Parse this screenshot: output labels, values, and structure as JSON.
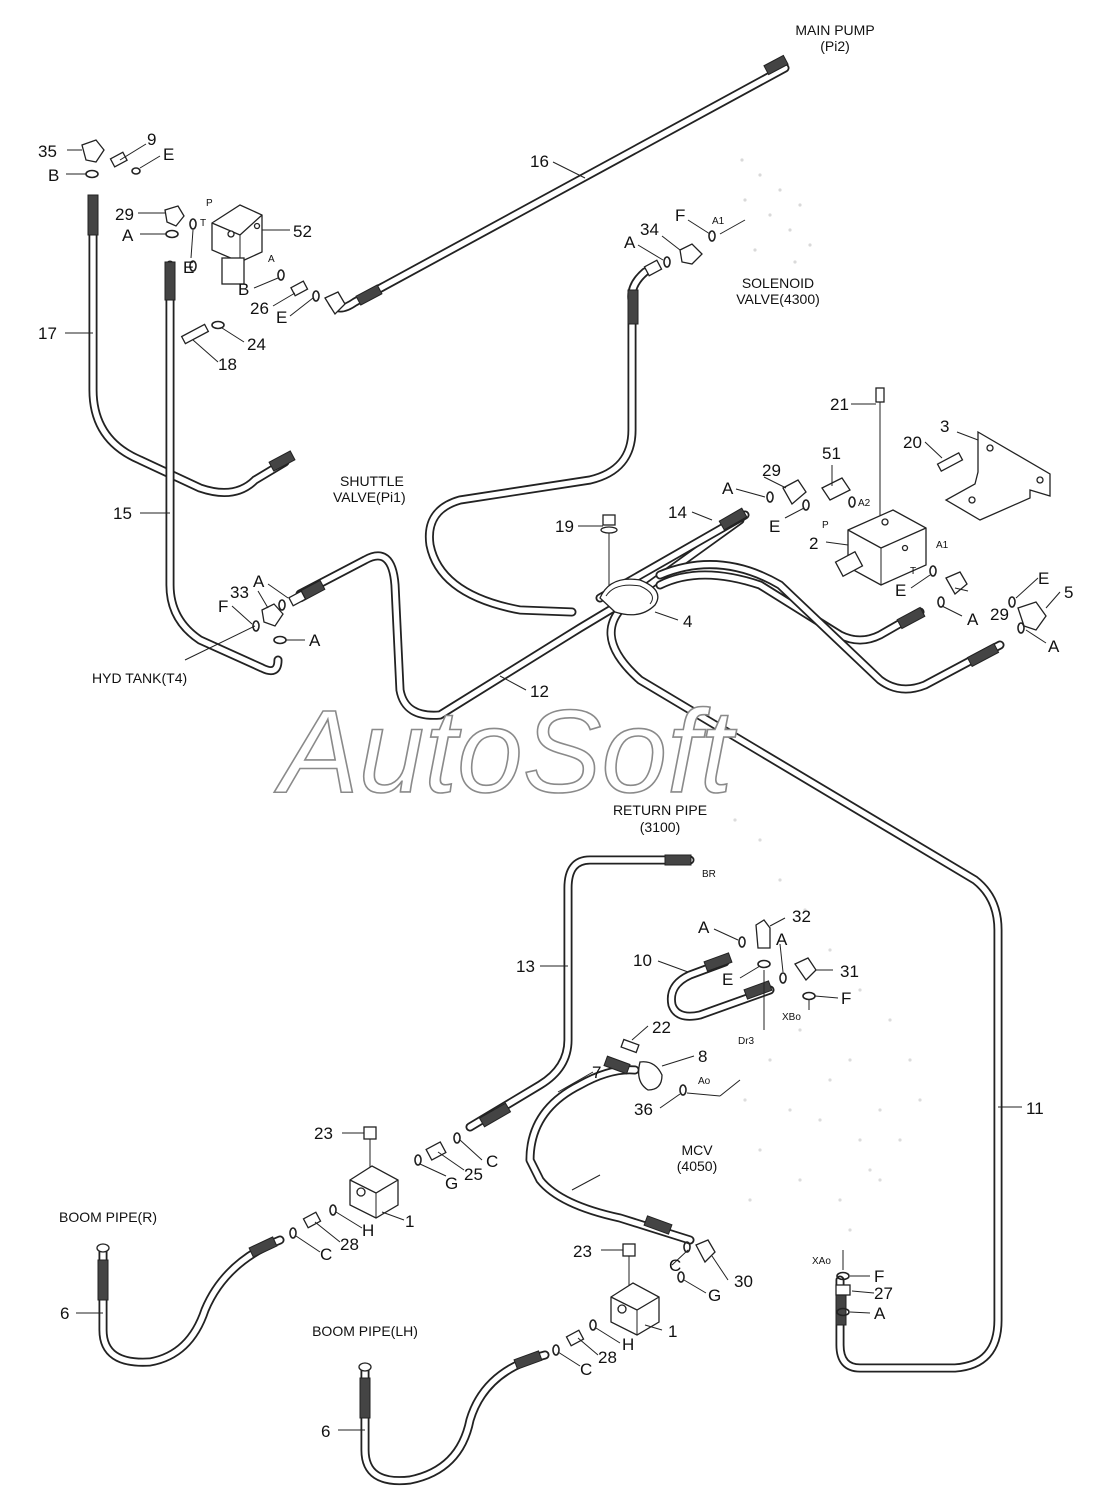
{
  "watermark": "AutoSoft",
  "callouts": {
    "mainpump": [
      "MAIN PUMP",
      "(Pi2)"
    ],
    "solenoid": [
      "SOLENOID",
      "VALVE(4300)"
    ],
    "shuttle": [
      "SHUTTLE",
      "VALVE(Pi1)"
    ],
    "hydtank": "HYD TANK(T4)",
    "returnpipe": [
      "RETURN PIPE",
      "(3100)"
    ],
    "mcv": [
      "MCV",
      "(4050)"
    ],
    "boomR": "BOOM PIPE(R)",
    "boomLH": "BOOM PIPE(LH)"
  },
  "part_numbers": [
    "35",
    "9",
    "B",
    "E",
    "29",
    "A",
    "E",
    "52",
    "26",
    "B",
    "E",
    "24",
    "18",
    "17",
    "15",
    "16",
    "34",
    "F",
    "A",
    "21",
    "20",
    "3",
    "51",
    "29",
    "A",
    "E",
    "2",
    "19",
    "14",
    "4",
    "E",
    "29",
    "A",
    "E",
    "5",
    "A",
    "33",
    "A",
    "F",
    "A",
    "12",
    "11",
    "13",
    "10",
    "A",
    "32",
    "E",
    "A",
    "31",
    "F",
    "22",
    "8",
    "36",
    "7",
    "23",
    "G",
    "25",
    "C",
    "1",
    "H",
    "28",
    "C",
    "6",
    "23",
    "C",
    "30",
    "G",
    "1",
    "H",
    "28",
    "C",
    "6",
    "F",
    "27",
    "A"
  ],
  "port_labels": [
    "P",
    "T",
    "A",
    "A1",
    "A2",
    "P",
    "T",
    "A1",
    "BR",
    "Dr3",
    "XBo",
    "Ao",
    "XAo"
  ]
}
